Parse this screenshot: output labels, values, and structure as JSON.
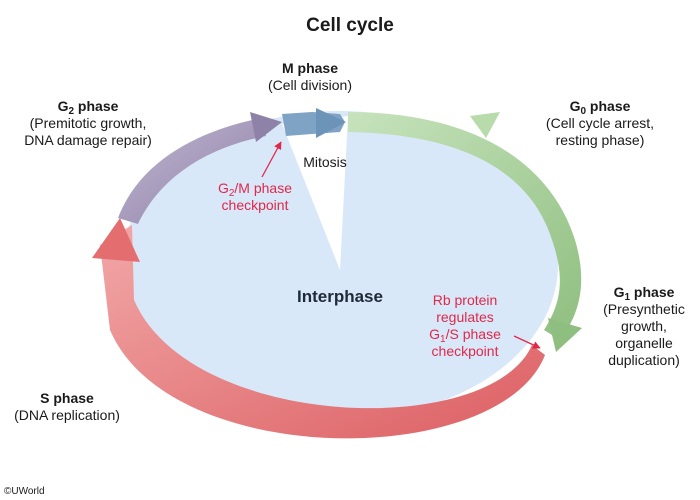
{
  "title": "Cell cycle",
  "center_label": "Interphase",
  "phases": {
    "m": {
      "head": "M phase",
      "desc": [
        "(Cell division)"
      ]
    },
    "g2": {
      "head_main": "G",
      "head_sub": "2",
      "head_rest": " phase",
      "desc": [
        "(Premitotic growth,",
        "DNA damage repair)"
      ]
    },
    "g0": {
      "head_main": "G",
      "head_sub": "0",
      "head_rest": " phase",
      "desc": [
        "(Cell cycle arrest,",
        "resting phase)"
      ]
    },
    "g1": {
      "head_main": "G",
      "head_sub": "1",
      "head_rest": " phase",
      "desc": [
        "(Presynthetic",
        "growth,",
        "organelle",
        "duplication)"
      ]
    },
    "s": {
      "head": "S phase",
      "desc": [
        "(DNA replication)"
      ]
    }
  },
  "mitosis_label": "Mitosis",
  "g2m_checkpoint": {
    "pre": "G",
    "sub": "2",
    "rest": "/M phase",
    "line2": "checkpoint"
  },
  "g1s_checkpoint": {
    "line1": "Rb protein",
    "line2": "regulates",
    "pre": "G",
    "sub": "1",
    "rest": "/S phase",
    "line4": "checkpoint"
  },
  "copyright": "©UWorld",
  "colors": {
    "m_phase": "#7fa3c4",
    "g2_phase": "#a99bbd",
    "g0_phase": "#a8d19a",
    "s_phase": "#ec8e8e",
    "interphase_fill": "#d9e8f8",
    "checkpoint_text": "#e0284a"
  }
}
